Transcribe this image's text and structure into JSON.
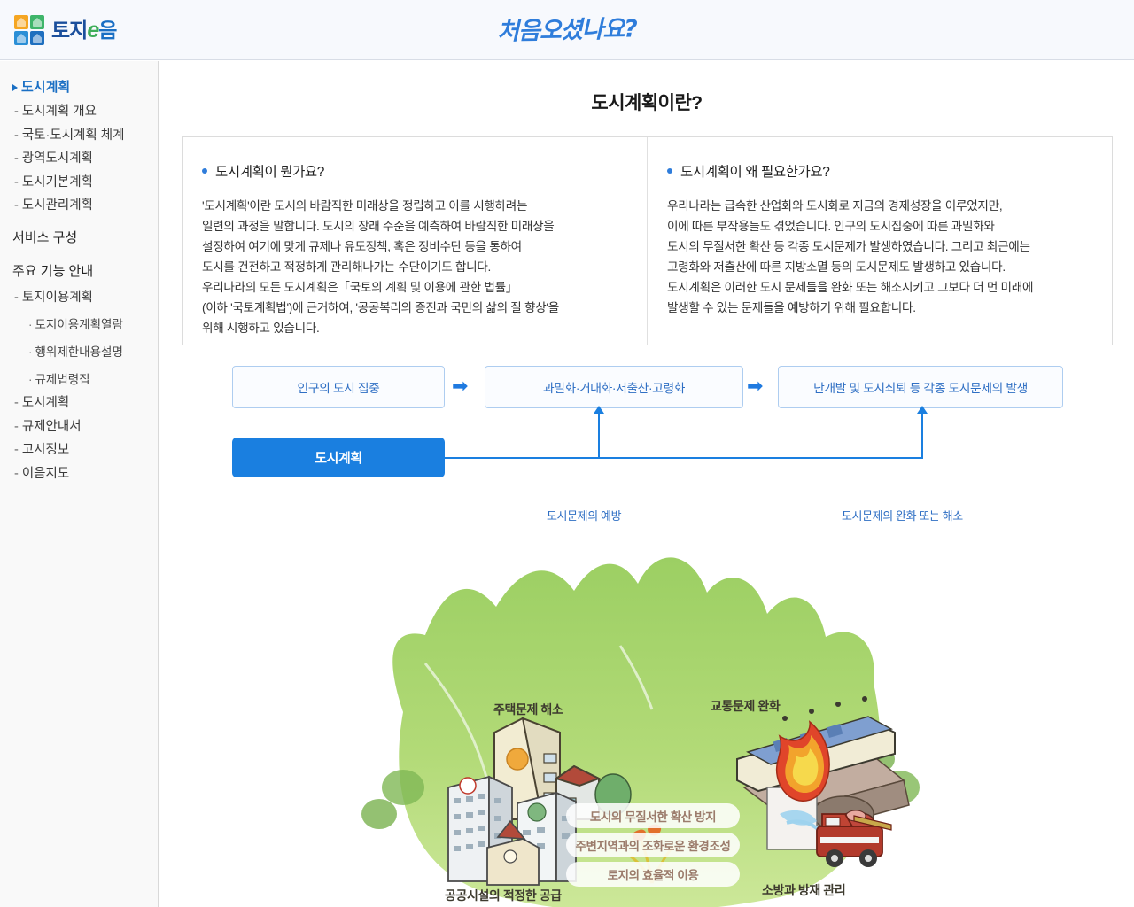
{
  "header": {
    "logo_text_1": "토지",
    "logo_text_e": "e",
    "logo_text_2": "음",
    "logo_icon": "land-tiles-icon",
    "banner_title": "처음오셨나요?"
  },
  "sidebar": {
    "root": {
      "label": "도시계획",
      "marker": "triangle-right-icon"
    },
    "sub_items": [
      {
        "label": "도시계획 개요"
      },
      {
        "label": "국토·도시계획 체계"
      },
      {
        "label": "광역도시계획"
      },
      {
        "label": "도시기본계획"
      },
      {
        "label": "도시관리계획"
      }
    ],
    "section_service": "서비스 구성",
    "section_features": "주요 기능 안내",
    "feature_group": {
      "label": "토지이용계획"
    },
    "feature_leaves": [
      {
        "label": "토지이용계획열람"
      },
      {
        "label": "행위제한내용설명"
      },
      {
        "label": "규제법령집"
      }
    ],
    "feature_items": [
      {
        "label": "도시계획"
      },
      {
        "label": "규제안내서"
      },
      {
        "label": "고시정보"
      },
      {
        "label": "이음지도"
      }
    ]
  },
  "main": {
    "page_title": "도시계획이란?",
    "info_left": {
      "heading": "도시계획이 뭔가요?",
      "body": "'도시계획'이란 도시의 바람직한 미래상을 정립하고 이를 시행하려는\n일련의 과정을 말합니다. 도시의 장래 수준을 예측하여 바람직한 미래상을\n설정하여 여기에 맞게 규제나 유도정책, 혹은 정비수단 등을 통하여\n도시를 건전하고 적정하게 관리해나가는 수단이기도 합니다.\n우리나라의 모든 도시계획은「국토의 계획 및 이용에 관한 법률」\n(이하 '국토계획법')에 근거하여, '공공복리의 증진과 국민의 삶의 질 향상'을\n위해 시행하고 있습니다."
    },
    "info_right": {
      "heading": "도시계획이 왜 필요한가요?",
      "body": "우리나라는 급속한 산업화와 도시화로 지금의 경제성장을 이루었지만,\n이에 따른 부작용들도 겪었습니다. 인구의 도시집중에 따른 과밀화와\n도시의 무질서한 확산 등 각종 도시문제가 발생하였습니다. 그리고 최근에는\n고령화와 저출산에 따른 지방소멸 등의 도시문제도 발생하고 있습니다.\n도시계획은 이러한 도시 문제들을 완화 또는 해소시키고 그보다 더 먼 미래에\n발생할 수 있는 문제들을 예방하기 위해 필요합니다."
    }
  },
  "flow": {
    "box1": "인구의 도시 집중",
    "box2": "과밀화·거대화·저출산·고령화",
    "box3": "난개발 및 도시쇠퇴 등 각종 도시문제의 발생",
    "arrow1": "➡",
    "arrow2": "➡",
    "blue_box": "도시계획",
    "label1": "도시문제의 예방",
    "label2": "도시문제의 완화 또는 해소"
  },
  "illustration": {
    "label_house": "주택문제 해소",
    "label_traffic": "교통문제 완화",
    "label_public": "공공시설의 적정한 공급",
    "label_fire": "소방과 방재 관리",
    "pill1": "도시의 무질서한 확산 방지",
    "pill2": "주변지역과의 조화로운 환경조성",
    "pill3": "토지의 효율적 이용"
  },
  "colors": {
    "accent_blue": "#1a7fe0",
    "link_blue": "#1a6fc4",
    "hill_green": "#a9d672",
    "header_bg": "#f7f9fd",
    "sidebar_bg": "#f9f9f9"
  }
}
